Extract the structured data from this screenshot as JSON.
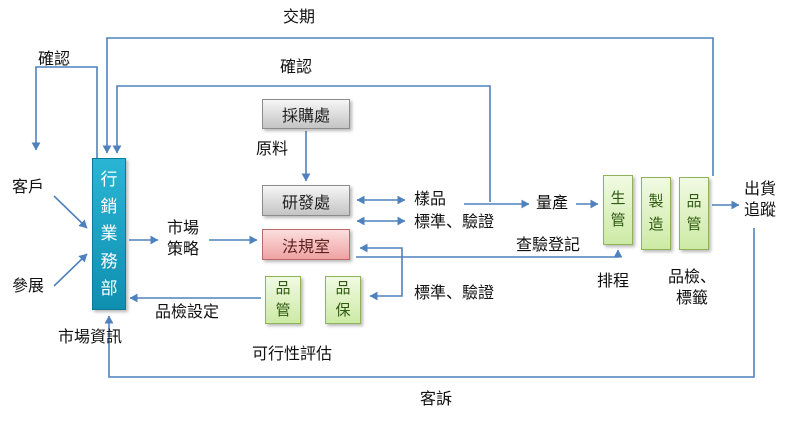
{
  "diagram": {
    "nodes": {
      "purchasing": {
        "label": "採購處"
      },
      "marketing": {
        "label": "行銷業務部"
      },
      "rnd": {
        "label": "研發處"
      },
      "regulatory": {
        "label": "法規室"
      },
      "qc_small": {
        "label": "品管"
      },
      "qa_small": {
        "label": "品保"
      },
      "prod_mgmt": {
        "label": "生管"
      },
      "manufacturing": {
        "label": "製造"
      },
      "qc_right": {
        "label": "品管"
      }
    },
    "labels": {
      "delivery": "交期",
      "confirm_left": "確認",
      "confirm_mid": "確認",
      "raw_material": "原料",
      "customer": "客戶",
      "exhibition": "參展",
      "market_info": "市場資訊",
      "market_strategy": "市場策略",
      "sample": "樣品",
      "standard_verify_top": "標準、驗證",
      "mass_production": "量產",
      "shipping_tracking": "出貨追蹤",
      "inspection_registration": "查驗登記",
      "scheduling": "排程",
      "inspection_labeling": "品檢、標籤",
      "standard_verify_bottom": "標準、驗證",
      "inspection_setting": "品檢設定",
      "feasibility": "可行性評估",
      "complaint": "客訴"
    },
    "colors": {
      "arrow": "#4f81bd",
      "teal_box": "#16a8c8",
      "gray_box": "#d9d9d9",
      "pink_box": "#f2a3a3",
      "green_box": "#d8efc0"
    }
  }
}
